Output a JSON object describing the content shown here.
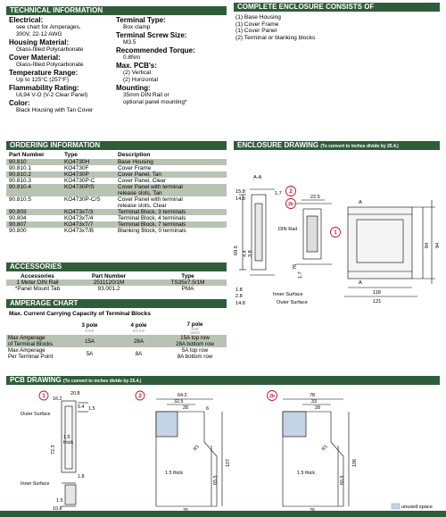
{
  "technical": {
    "title": "TECHNICAL INFORMATION",
    "left": [
      {
        "label": "Electrical:",
        "values": [
          "see chart for Amperages,",
          "300V, 22-12 AWG"
        ]
      },
      {
        "label": "Housing Material:",
        "values": [
          "Glass-filled Polycarbonate"
        ]
      },
      {
        "label": "Cover Material:",
        "values": [
          "Glass-filled Polycarbonate"
        ]
      },
      {
        "label": "Temperature Range:",
        "values": [
          "Up to 125°C (257°F)"
        ]
      },
      {
        "label": "Flammability Rating:",
        "values": [
          "UL94 V-O (V-2 Clear Panel)"
        ]
      },
      {
        "label": "Color:",
        "values": [
          "Black Housing with Tan Cover"
        ]
      }
    ],
    "right": [
      {
        "label": "Terminal Type:",
        "values": [
          "Box clamp"
        ]
      },
      {
        "label": "Terminal Screw Size:",
        "values": [
          "M3.5"
        ]
      },
      {
        "label": "Recommended Torque:",
        "values": [
          "0.8Nm"
        ]
      },
      {
        "label": "Max. PCB's:",
        "values": [
          "(2) Vertical",
          "(2) Horizontal"
        ]
      },
      {
        "label": "Mounting:",
        "values": [
          "35mm DIN Rail or",
          "optional panel mounting*"
        ]
      }
    ]
  },
  "enclosure": {
    "title": "COMPLETE ENCLOSURE CONSISTS OF",
    "items": [
      "(1) Base Housing",
      "(1) Cover Frame",
      "(1) Cover Panel",
      "(2) Terminal or blanking blocks"
    ]
  },
  "ordering": {
    "title": "ORDERING INFORMATION",
    "headers": [
      "Part Number",
      "Type",
      "Description"
    ],
    "rows": [
      {
        "part": "90.810",
        "type": "KO4730H",
        "desc": "Base Housing",
        "desc2": "",
        "shaded": true
      },
      {
        "part": "90.810.1",
        "type": "KO4730F",
        "desc": "Cover Frame",
        "desc2": "",
        "shaded": false
      },
      {
        "part": "90.810.2",
        "type": "KO4730P",
        "desc": "Cover Panel, Tan",
        "desc2": "",
        "shaded": true
      },
      {
        "part": "90.810.3",
        "type": "KO4730P-C",
        "desc": "Cover Panel, Clear",
        "desc2": "",
        "shaded": false
      },
      {
        "part": "90.810.4",
        "type": "KO4730P/S",
        "desc": "Cover Panel with terminal",
        "desc2": "release slots, Tan",
        "shaded": true
      },
      {
        "part": "90.810.5",
        "type": "KO4730P-C/S",
        "desc": "Cover Panel with terminal",
        "desc2": "release slots, Clear",
        "shaded": false
      },
      {
        "part": "90.803",
        "type": "KO473xT/3",
        "desc": "Terminal Block, 3 terminals",
        "desc2": "",
        "shaded": true
      },
      {
        "part": "90.804",
        "type": "KO473xT/4",
        "desc": "Terminal Block, 4 terminals",
        "desc2": "",
        "shaded": false
      },
      {
        "part": "90.807",
        "type": "KO473xT/7",
        "desc": "Terminal Block, 7 terminals",
        "desc2": "",
        "shaded": true
      },
      {
        "part": "90.800",
        "type": "KO473xT/B",
        "desc": "Blanking Block, 0 terminals",
        "desc2": "",
        "shaded": false
      }
    ]
  },
  "accessories": {
    "title": "ACCESSORIES",
    "headers": [
      "Accessories",
      "Part Number",
      "Type"
    ],
    "rows": [
      {
        "name": "1 Meter DIN Rail",
        "part": "2511120/1M",
        "type": "TS35x7.5/1M",
        "shaded": true
      },
      {
        "name": "*Panel Mount Tab",
        "part": "93.001.2",
        "type": "PMA",
        "shaded": false
      }
    ]
  },
  "amperage": {
    "title": "AMPERAGE CHART",
    "subtitle": "Max. Current Carrying Capacity of Terminal Blocks",
    "columns": [
      "3 pole",
      "4 pole",
      "7 pole"
    ],
    "row1_label": [
      "Max Amperage",
      "of Terminal Blocks"
    ],
    "row1": [
      "15A",
      "28A",
      "15A top row",
      "28A bottom row"
    ],
    "row2_label": [
      "Max Amperage",
      "Per Terminal Point"
    ],
    "row2": [
      "5A",
      "8A",
      "5A top row",
      "8A bottom row"
    ]
  },
  "enclosure_drawing": {
    "title": "ENCLOSURE DRAWING",
    "note": "(To convert to inches divide by 25.4.)",
    "labels": {
      "aa": "A-A",
      "din": "DIN Rail",
      "inner": "Inner Surface",
      "outer": "Outer Surface",
      "a": "A",
      "d158": "15.8",
      "d148": "14.8",
      "d17": "1.7",
      "d225": "22.5",
      "d695": "69.5",
      "d44": "4.4",
      "d38": "3.8",
      "d76": "76",
      "d17b": "1.7",
      "d18": "1.8",
      "d28": "2.8",
      "d148b": "14.8",
      "d118": "118",
      "d121": "121",
      "d84": "84",
      "d94": "94",
      "c1": "1",
      "c2": "2",
      "c2b": "2b"
    }
  },
  "pcb": {
    "title": "PCB DRAWING",
    "note": "(To convert to inches divide by 25.4.)",
    "legend": "unused space",
    "d1": {
      "c": "1",
      "outer": "Outer Surface",
      "inner": "Inner Surface",
      "thick": "1.5",
      "thick2": "thick",
      "v208": "20.8",
      "v162": "16.2",
      "v54": "5.4",
      "v15": "1.5",
      "v723": "72.3",
      "v18": "1.8",
      "v15b": "1.5",
      "v108": "10.8"
    },
    "d2": {
      "c": "2",
      "w642": "64.2",
      "w325": "32.5",
      "w28": "28",
      "w6": "6",
      "r": "R1",
      "thick": "1.5 thick",
      "h107": "107",
      "h655": "65.5",
      "w76": "76"
    },
    "d2b": {
      "c": "2b",
      "w78": "78",
      "w33": "33",
      "w28": "28",
      "r": "R1",
      "thick": "1.5 thick",
      "h106": "106",
      "h655": "65.5",
      "w76": "76"
    }
  },
  "colors": {
    "header": "#2f5d3a",
    "shade": "#b9c3b3",
    "callout": "#c8102e"
  }
}
